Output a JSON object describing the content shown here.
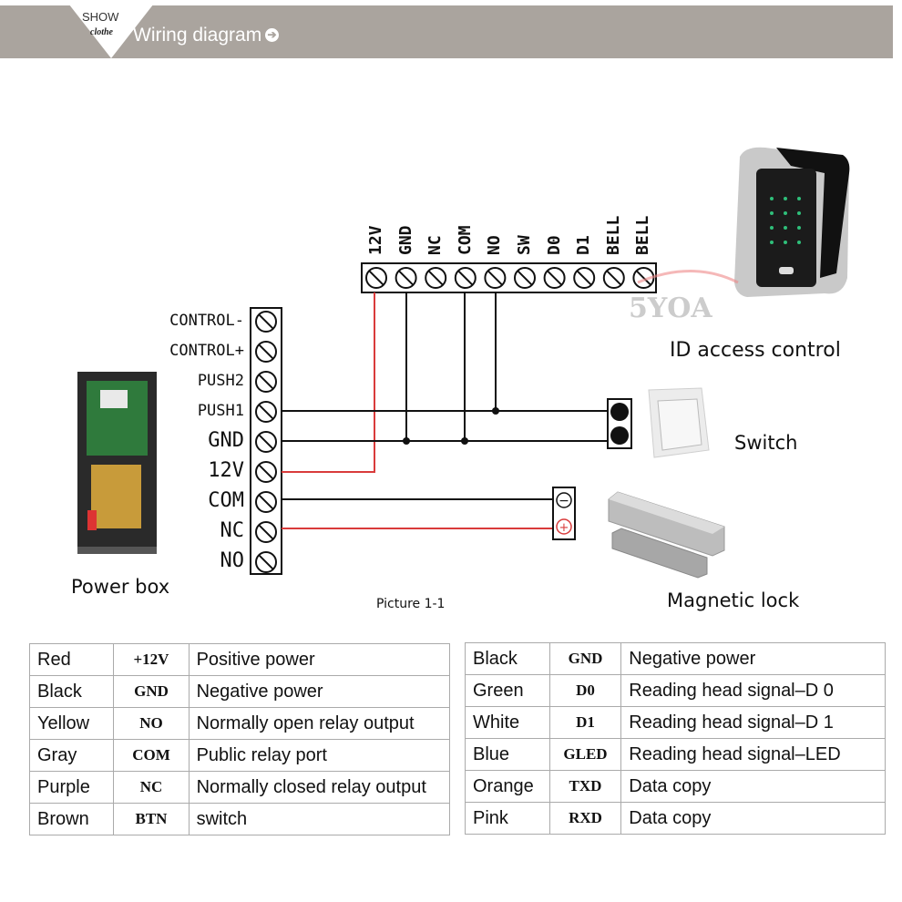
{
  "banner": {
    "show": "SHOW",
    "clothe": "clothe",
    "title": "Wiring diagram",
    "arrow": "➔"
  },
  "top_terminals": [
    "12V",
    "GND",
    "NC",
    "COM",
    "NO",
    "SW",
    "D0",
    "D1",
    "BELL",
    "BELL"
  ],
  "left_terminals": [
    "CONTROL-",
    "CONTROL+",
    "PUSH2",
    "PUSH1",
    "GND",
    "12V",
    "COM",
    "NC",
    "NO"
  ],
  "captions": {
    "id_access": "ID access control",
    "switch": "Switch",
    "magnetic_lock": "Magnetic lock",
    "power_box": "Power box",
    "picture": "Picture 1-1",
    "watermark": "5YOA"
  },
  "lock_symbols": {
    "minus": "−",
    "plus": "+"
  },
  "colors": {
    "red_wire": "#d93b3b",
    "black_wire": "#111111",
    "banner": "#aaa49e"
  },
  "left_table": [
    {
      "color": "Red",
      "code": "+12V",
      "desc": "Positive power"
    },
    {
      "color": "Black",
      "code": "GND",
      "desc": "Negative power"
    },
    {
      "color": "Yellow",
      "code": "NO",
      "desc": "Normally open relay output"
    },
    {
      "color": "Gray",
      "code": "COM",
      "desc": "Public relay port"
    },
    {
      "color": "Purple",
      "code": "NC",
      "desc": "Normally closed relay  output"
    },
    {
      "color": "Brown",
      "code": "BTN",
      "desc": "switch"
    }
  ],
  "right_table": [
    {
      "color": "Black",
      "code": "GND",
      "desc": "Negative power"
    },
    {
      "color": "Green",
      "code": "D0",
      "desc": "Reading head signal–D 0"
    },
    {
      "color": "White",
      "code": "D1",
      "desc": "Reading head signal–D 1"
    },
    {
      "color": "Blue",
      "code": "GLED",
      "desc": "Reading head signal–LED"
    },
    {
      "color": "Orange",
      "code": "TXD",
      "desc": "Data copy"
    },
    {
      "color": "Pink",
      "code": "RXD",
      "desc": "Data copy"
    }
  ]
}
